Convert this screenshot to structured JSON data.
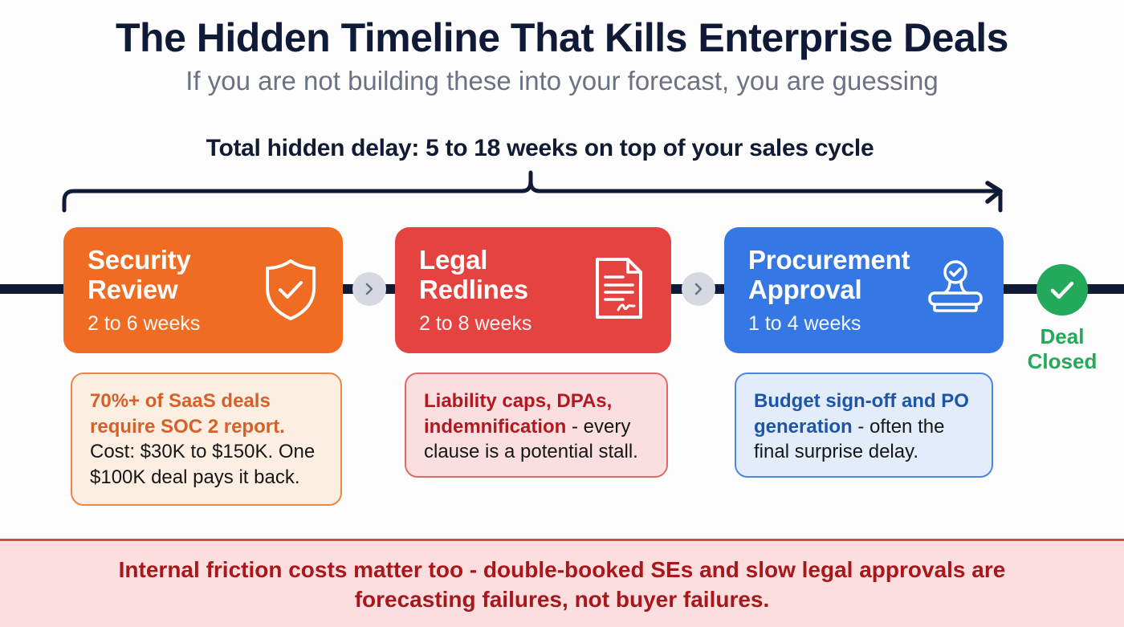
{
  "header": {
    "title": "The Hidden Timeline That Kills Enterprise Deals",
    "subtitle": "If you are not building these into your forecast, you are guessing"
  },
  "summary": {
    "delay_label": "Total hidden delay: 5 to 18 weeks on top of your sales cycle"
  },
  "stages": [
    {
      "name_line1": "Security",
      "name_line2": "Review",
      "duration": "2 to 6 weeks",
      "icon": "shield-check-icon",
      "color": "#ef6c22",
      "note_bold": "70%+ of SaaS deals require SOC 2 report.",
      "note_text": " Cost: $30K to $150K. One $100K deal pays it back."
    },
    {
      "name_line1": "Legal",
      "name_line2": "Redlines",
      "duration": "2 to 8 weeks",
      "icon": "signed-document-icon",
      "color": "#e5433f",
      "note_bold": "Liability caps, DPAs, indemnification",
      "note_text": " - every clause is a potential stall."
    },
    {
      "name_line1": "Procurement",
      "name_line2": "Approval",
      "duration": "1 to 4 weeks",
      "icon": "approval-stamp-icon",
      "color": "#3578e5",
      "note_bold": "Budget sign-off and PO generation",
      "note_text": " - often the final surprise delay."
    }
  ],
  "connectors": [
    {
      "icon": "chevron-right-icon"
    },
    {
      "icon": "chevron-right-icon"
    }
  ],
  "endpoint": {
    "icon": "check-circle-icon",
    "label_line1": "Deal",
    "label_line2": "Closed",
    "color": "#22a95a"
  },
  "footer": {
    "text": "Internal friction costs matter too - double-booked SEs and slow legal approvals are forecasting failures, not buyer failures."
  },
  "colors": {
    "navy": "#0f1a36",
    "subtitle_gray": "#6b7383",
    "footer_bg": "#fcdedf",
    "footer_text": "#a8171c"
  }
}
